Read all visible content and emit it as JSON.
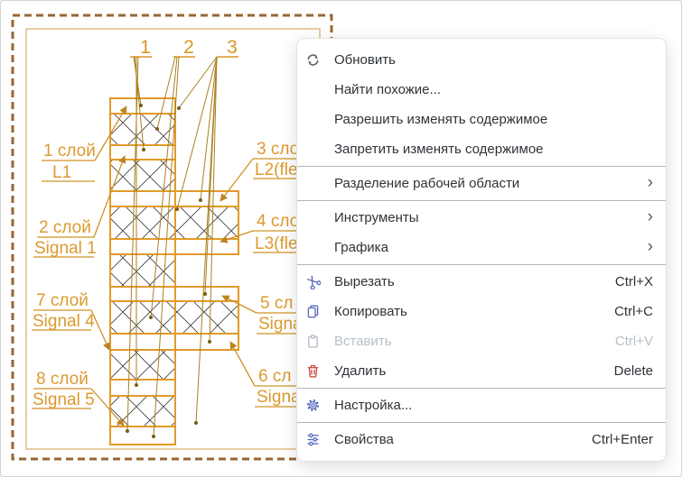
{
  "drawing": {
    "callouts": {
      "n1": "1",
      "n2": "2",
      "n3": "3"
    },
    "labels": [
      {
        "line1": "1 слой",
        "line2": "L1"
      },
      {
        "line1": "2 слой",
        "line2": "Signal 1"
      },
      {
        "line1": "7 слой",
        "line2": "Signal 4"
      },
      {
        "line1": "8 слой",
        "line2": "Signal 5"
      },
      {
        "line1": "3 сло",
        "line2": "L2(fle"
      },
      {
        "line1": "4 сло",
        "line2": "L3(fle"
      },
      {
        "line1": "5 сл",
        "line2": "Signa"
      },
      {
        "line1": "6 сл",
        "line2": "Signa"
      }
    ],
    "colors": {
      "layer_outline": "#e19b28",
      "label_text": "#dc9a2f",
      "leader_line": "#b5831f",
      "dashed_selection_border": "#996633",
      "sheet_border": "#dcb97e",
      "hatch": "#3c3c3c"
    }
  },
  "context_menu": {
    "colors": {
      "icon_blue": "#5b6cc0",
      "icon_red": "#cb4a42",
      "icon_gray": "#5d656c",
      "disabled": "#b7bfc6",
      "separator": "#aeb8be"
    },
    "items": [
      {
        "label": "Обновить",
        "icon": "refresh-icon"
      },
      {
        "label": "Найти похожие..."
      },
      {
        "label": "Разрешить изменять содержимое"
      },
      {
        "label": "Запретить изменять содержимое"
      },
      {
        "type": "separator"
      },
      {
        "label": "Разделение рабочей области",
        "submenu": true
      },
      {
        "type": "separator"
      },
      {
        "label": "Инструменты",
        "submenu": true
      },
      {
        "label": "Графика",
        "submenu": true
      },
      {
        "type": "separator"
      },
      {
        "label": "Вырезать",
        "icon": "scissors-icon",
        "shortcut": "Ctrl+X"
      },
      {
        "label": "Копировать",
        "icon": "copy-icon",
        "shortcut": "Ctrl+C"
      },
      {
        "label": "Вставить",
        "icon": "paste-icon",
        "shortcut": "Ctrl+V",
        "disabled": true
      },
      {
        "label": "Удалить",
        "icon": "trash-icon",
        "shortcut": "Delete"
      },
      {
        "type": "separator"
      },
      {
        "label": "Настройка...",
        "icon": "gear-icon"
      },
      {
        "type": "separator"
      },
      {
        "label": "Свойства",
        "icon": "sliders-icon",
        "shortcut": "Ctrl+Enter"
      }
    ]
  }
}
